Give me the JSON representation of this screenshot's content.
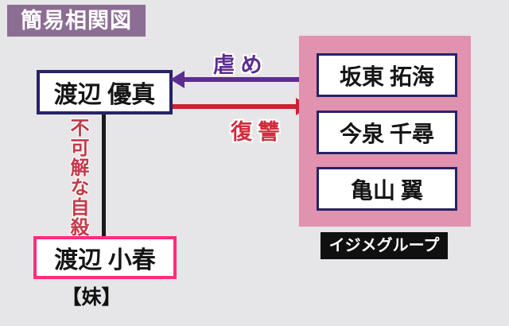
{
  "title": "簡易相関図",
  "left": {
    "yuma": "渡辺 優真",
    "koharu": "渡辺 小春",
    "sister": "【妹】",
    "suicide": "不可解な自殺"
  },
  "relations": {
    "bullying": "虐 め",
    "revenge": "復 讐"
  },
  "group": {
    "label": "イジメグループ",
    "members": [
      "坂東 拓海",
      "今泉 千尋",
      "亀山 翼"
    ]
  },
  "colors": {
    "background": "#e6e5e7",
    "banner_bg": "#8c6d93",
    "navy_border": "#262367",
    "pink_panel": "#e092ae",
    "hotpink_border": "#ff2d7d",
    "purple_arrow": "#5c2d91",
    "red_arrow": "#cb2233",
    "revenge_text": "#d22c3c",
    "suicide_text": "#c23a49",
    "group_label_bg": "#101010"
  }
}
